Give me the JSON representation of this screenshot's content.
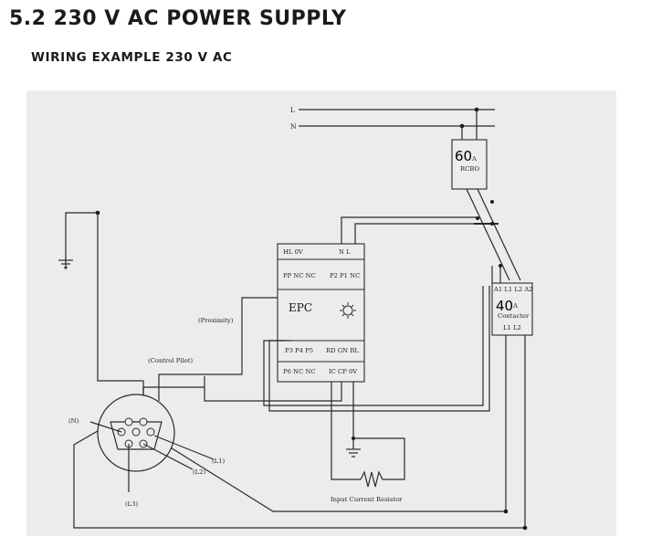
{
  "heading": "5.2 230 V AC POWER SUPPLY",
  "subheading": "WIRING EXAMPLE 230 V AC",
  "diagram": {
    "line_L": "L",
    "line_N": "N",
    "rcbo": {
      "rating": "60",
      "unit": "A",
      "name": "RCBO"
    },
    "contactor": {
      "terminals_top": "A1 L1 L2 A2",
      "rating": "40",
      "unit": "A",
      "name": "Contacter",
      "terminals_bottom": "L1 L2"
    },
    "epc": {
      "row1_left": "HL 0V",
      "row1_right": "N  L",
      "row2_left": "PP NC NC",
      "row2_right": "P2 P1 NC",
      "label": "EPC",
      "row3_left": "P3 P4 P5",
      "row3_right": "RD GN BL",
      "row4_left": "P6 NC NC",
      "row4_right": "IC CP 0V"
    },
    "proximity_label": "(Proximity)",
    "control_pilot_label": "(Control Pilot)",
    "n_label": "(N)",
    "l1_label": "(L1)",
    "l2_label": "(L2)",
    "l3_label": "(L3)",
    "resistor_label": "Input Current Resistor"
  }
}
